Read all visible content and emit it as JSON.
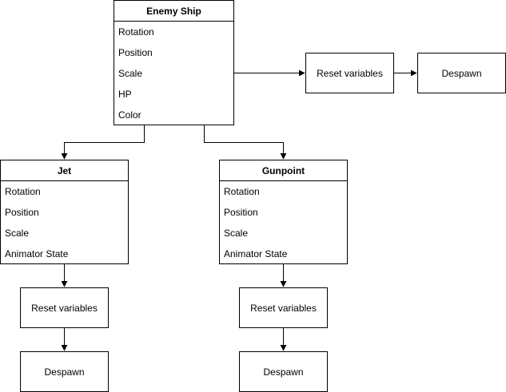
{
  "enemy_ship": {
    "title": "Enemy Ship",
    "fields": [
      "Rotation",
      "Position",
      "Scale",
      "HP",
      "Color"
    ]
  },
  "jet": {
    "title": "Jet",
    "fields": [
      "Rotation",
      "Position",
      "Scale",
      "Animator State"
    ]
  },
  "gunpoint": {
    "title": "Gunpoint",
    "fields": [
      "Rotation",
      "Position",
      "Scale",
      "Animator State"
    ]
  },
  "enemy_actions": {
    "reset_label": "Reset variables",
    "despawn_label": "Despawn"
  },
  "jet_actions": {
    "reset_label": "Reset variables",
    "despawn_label": "Despawn"
  },
  "gunpoint_actions": {
    "reset_label": "Reset variables",
    "despawn_label": "Despawn"
  },
  "colors": {
    "stroke": "#000000",
    "fill": "#ffffff"
  }
}
